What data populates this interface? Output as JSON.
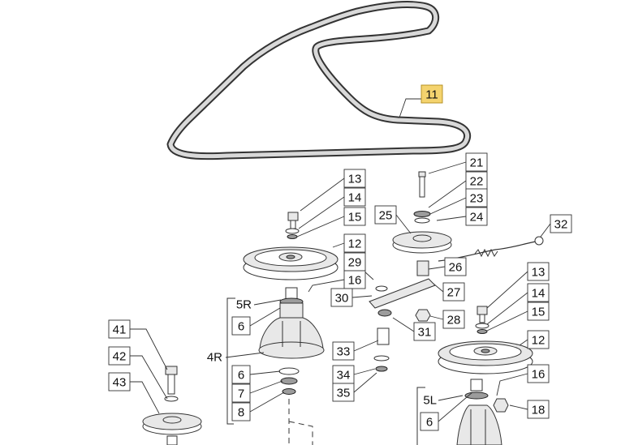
{
  "colors": {
    "highlight": "#f4d36e",
    "line": "#333333",
    "part": "#e8e8e8"
  },
  "callouts": [
    {
      "id": "c11",
      "label": "11",
      "highlight": true
    },
    {
      "id": "c13a",
      "label": "13"
    },
    {
      "id": "c14a",
      "label": "14"
    },
    {
      "id": "c15a",
      "label": "15"
    },
    {
      "id": "c12a",
      "label": "12"
    },
    {
      "id": "c29",
      "label": "29"
    },
    {
      "id": "c16a",
      "label": "16"
    },
    {
      "id": "c30",
      "label": "30"
    },
    {
      "id": "c6a",
      "label": "6"
    },
    {
      "id": "c21",
      "label": "21"
    },
    {
      "id": "c22",
      "label": "22"
    },
    {
      "id": "c23",
      "label": "23"
    },
    {
      "id": "c25",
      "label": "25"
    },
    {
      "id": "c24",
      "label": "24"
    },
    {
      "id": "c32",
      "label": "32"
    },
    {
      "id": "c26",
      "label": "26"
    },
    {
      "id": "c27",
      "label": "27"
    },
    {
      "id": "c28",
      "label": "28"
    },
    {
      "id": "c31",
      "label": "31"
    },
    {
      "id": "c33",
      "label": "33"
    },
    {
      "id": "c34",
      "label": "34"
    },
    {
      "id": "c35",
      "label": "35"
    },
    {
      "id": "c6b",
      "label": "6"
    },
    {
      "id": "c7",
      "label": "7"
    },
    {
      "id": "c8",
      "label": "8"
    },
    {
      "id": "c41",
      "label": "41"
    },
    {
      "id": "c42",
      "label": "42"
    },
    {
      "id": "c43",
      "label": "43"
    },
    {
      "id": "c13b",
      "label": "13"
    },
    {
      "id": "c14b",
      "label": "14"
    },
    {
      "id": "c15b",
      "label": "15"
    },
    {
      "id": "c12b",
      "label": "12"
    },
    {
      "id": "c16b",
      "label": "16"
    },
    {
      "id": "c18",
      "label": "18"
    },
    {
      "id": "c6c",
      "label": "6"
    }
  ],
  "free_labels": [
    {
      "id": "f5R",
      "label": "5R"
    },
    {
      "id": "f4R",
      "label": "4R"
    },
    {
      "id": "f5L",
      "label": "5L"
    }
  ]
}
